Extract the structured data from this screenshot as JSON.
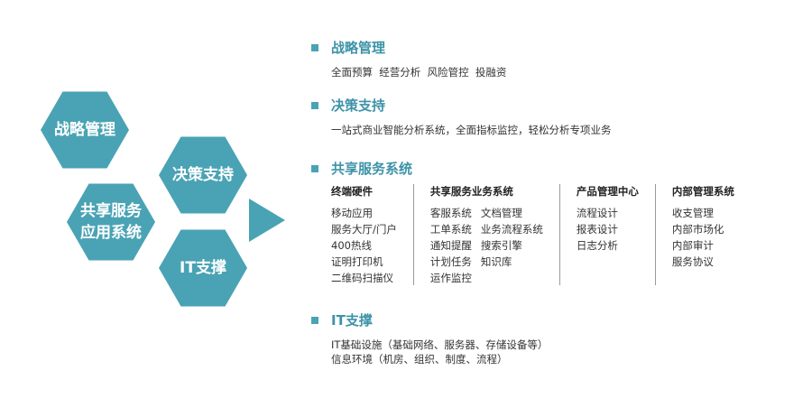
{
  "hexagons": {
    "strategy": [
      "战略管理"
    ],
    "decision": [
      "决策支持"
    ],
    "shared": [
      "共享服务",
      "应用系统"
    ],
    "it": [
      "IT支撑"
    ]
  },
  "colors": {
    "hex": "#4aa3b4",
    "title": "#3d93a8",
    "text": "#333333"
  },
  "sections": {
    "strategy": {
      "title": "战略管理",
      "desc": "全面预算  经营分析  风险管控  投融资"
    },
    "decision": {
      "title": "决策支持",
      "desc": "一站式商业智能分析系统，全面指标监控，轻松分析专项业务"
    },
    "shared": {
      "title": "共享服务系统",
      "columns": [
        {
          "title": "终端硬件",
          "items": [
            "移动应用",
            "服务大厅/门户",
            "400热线",
            "证明打印机",
            "二维码扫描仪"
          ]
        },
        {
          "title": "共享服务业务系统",
          "items": [
            "客服系统",
            "文档管理",
            "工单系统",
            "业务流程系统",
            "通知提醒",
            "搜索引擎",
            "计划任务",
            "知识库",
            "运作监控"
          ]
        },
        {
          "title": "产品管理中心",
          "items": [
            "流程设计",
            "报表设计",
            "日志分析"
          ]
        },
        {
          "title": "内部管理系统",
          "items": [
            "收支管理",
            "内部市场化",
            "内部审计",
            "服务协议"
          ]
        }
      ]
    },
    "it": {
      "title": "IT支撑",
      "desc": [
        "IT基础设施（基础网络、服务器、存储设备等）",
        "信息环境（机房、组织、制度、流程）"
      ]
    }
  }
}
